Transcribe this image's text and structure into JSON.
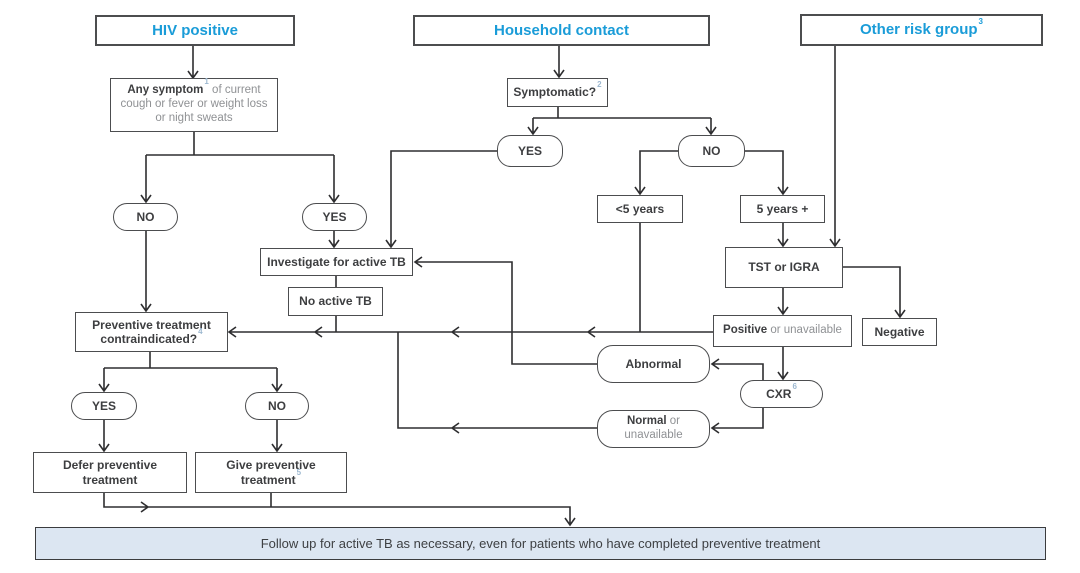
{
  "palette": {
    "accent_blue": "#1a9cd8",
    "text_dark": "#3d3e40",
    "text_gray": "#8f9194",
    "line_color": "#2e2e30",
    "followup_bg": "#dce6f2"
  },
  "headers": {
    "hiv": {
      "label": "HIV positive"
    },
    "household": {
      "label": "Household contact"
    },
    "other_risk": {
      "label": "Other risk group",
      "sup": "3"
    }
  },
  "nodes": {
    "any_symptom": {
      "bold": "Any symptom",
      "sup": "1",
      "gray1": " of current",
      "gray2": "cough or fever or weight loss",
      "gray3": "or night sweats"
    },
    "symptomatic": {
      "label": "Symptomatic?",
      "sup": "2"
    },
    "hiv_no": {
      "label": "NO"
    },
    "hiv_yes": {
      "label": "YES"
    },
    "household_yes": {
      "label": "YES"
    },
    "household_no": {
      "label": "NO"
    },
    "under5": {
      "label": "<5 years"
    },
    "over5": {
      "label": "5 years +"
    },
    "tst": {
      "label": "TST or IGRA"
    },
    "investigate": {
      "label": "Investigate for active TB"
    },
    "no_active_tb": {
      "label": "No active TB"
    },
    "contraindicated": {
      "line1": "Preventive treatment",
      "line2": "contraindicated?",
      "sup": "4"
    },
    "positive": {
      "bold": "Positive",
      "gray": " or unavailable"
    },
    "negative": {
      "label": "Negative"
    },
    "abnormal": {
      "label": "Abnormal"
    },
    "cxr": {
      "label": "CXR",
      "sup": "6"
    },
    "normal": {
      "bold": "Normal",
      "gray1": " or",
      "gray2": "unavailable"
    },
    "contra_yes": {
      "label": "YES"
    },
    "contra_no": {
      "label": "NO"
    },
    "defer": {
      "line1": "Defer preventive",
      "line2": "treatment"
    },
    "give": {
      "line1": "Give preventive",
      "line2": "treatment",
      "sup": "5"
    },
    "followup": {
      "label": "Follow up for active TB as necessary, even for patients who have completed preventive treatment"
    }
  }
}
